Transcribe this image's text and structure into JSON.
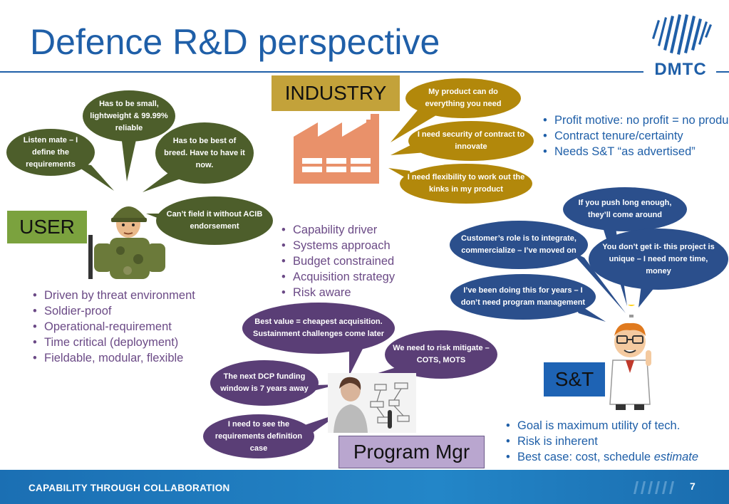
{
  "slide": {
    "title": "Defence R&D perspective",
    "logo_text": "DMTC",
    "footer": "CAPABILITY THROUGH COLLABORATION",
    "page_number": "7"
  },
  "user": {
    "label": "USER",
    "bubbles": [
      "Has to be small, lightweight & 99.99% reliable",
      "Listen mate – I define the requirements",
      "Has to be best of breed. Have to have it now.",
      "Can’t field it without ACIB endorsement"
    ],
    "bullets": [
      "Driven by threat environment",
      "Soldier-proof",
      "Operational-requirement",
      "Time critical (deployment)",
      "Fieldable, modular, flexible"
    ]
  },
  "industry": {
    "label": "INDUSTRY",
    "bubbles": [
      "My product can do everything you need",
      "I need security of contract to innovate",
      "I need flexibility to work out the kinks in my product"
    ],
    "bullets": [
      "Profit motive:  no profit = no product",
      "Contract tenure/certainty",
      "Needs S&T “as advertised”"
    ]
  },
  "program_mgr": {
    "label": "Program Mgr",
    "bullets": [
      "Capability driver",
      "Systems approach",
      "Budget constrained",
      "Acquisition strategy",
      "Risk aware"
    ],
    "bubbles": [
      "Best value = cheapest acquisition. Sustainment challenges come later",
      "We need to risk mitigate –COTS, MOTS",
      "The next DCP funding window is 7 years away",
      "I need to see the requirements definition case"
    ]
  },
  "st": {
    "label": "S&T",
    "bubbles": [
      "If you push long enough, they’ll come around",
      "Customer’s role is to integrate, commercialize – I’ve moved on",
      "You don’t get it- this project is unique – I need more time, money",
      "I’ve been doing this for years – I don’t need program management"
    ],
    "bullets": [
      "Goal is maximum utility of tech.",
      "Risk is inherent"
    ],
    "bullet_last_prefix": "Best case: cost, schedule ",
    "bullet_last_emphasis": "estimate"
  },
  "colors": {
    "title_blue": "#1f5fa8",
    "user_green": "#4d5e2b",
    "industry_gold": "#b2880b",
    "st_navy": "#2b4f8c",
    "pm_purple": "#5a3e76"
  }
}
